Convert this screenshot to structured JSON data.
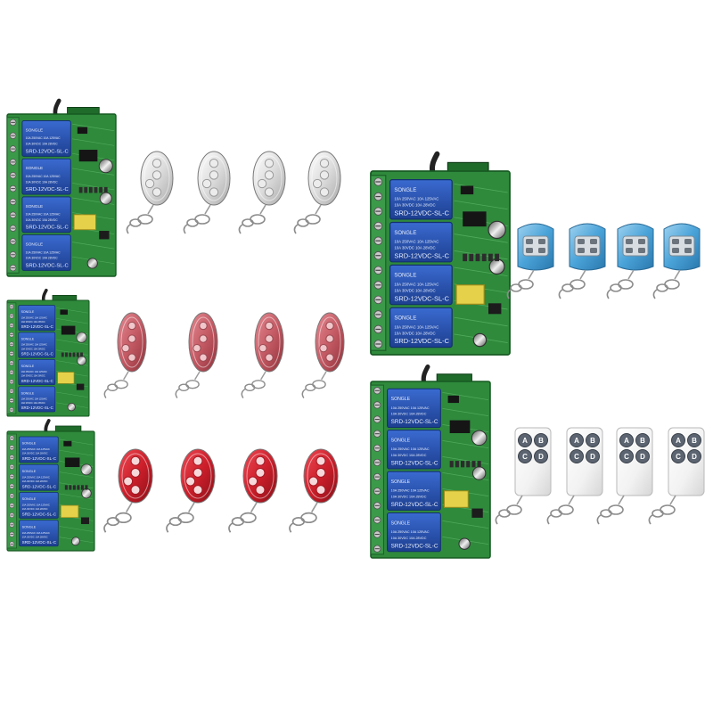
{
  "relay_label": "SRD-12VDC-SL-C",
  "relay_brand": "SONGLE",
  "relay_rating_1": "10A 250VAC  10A 125VAC",
  "relay_rating_2": "10A 30VDC  10A 28VDC",
  "button_letters": [
    "A",
    "B",
    "C",
    "D"
  ],
  "colors": {
    "pcb": "#2f8a3c",
    "relay": "#2a55b8",
    "terminal": "#3b9a4a",
    "remote_silver": "#e6e6e6",
    "remote_pink": "#c45a64",
    "remote_red": "#cc1f2b",
    "remote_blue": "#4aa3d8",
    "remote_white": "#f4f4f4",
    "button_grey": "#5b6470"
  },
  "kits": [
    {
      "id": "kit-1",
      "remote_style": "silver-oval",
      "remote_count": 4
    },
    {
      "id": "kit-2",
      "remote_style": "pink-oval",
      "remote_count": 4
    },
    {
      "id": "kit-3",
      "remote_style": "red-oval",
      "remote_count": 4
    },
    {
      "id": "kit-4",
      "remote_style": "blue-metal",
      "remote_count": 4
    },
    {
      "id": "kit-5",
      "remote_style": "white-rect",
      "remote_count": 4
    }
  ]
}
